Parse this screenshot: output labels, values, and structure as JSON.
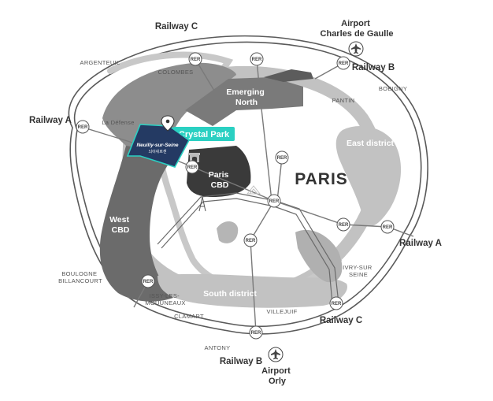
{
  "colors": {
    "ring": "#9a9a9a",
    "ring_outline": "#5a5a5a",
    "west_cbd": "#6b6b6b",
    "paris_cbd": "#3a3a3a",
    "emerging": "#7a7a7a",
    "district_light": "#c2c2c2",
    "river": "#bdbdbd",
    "crystal_accent": "#2ad0c2",
    "neuilly_fill": "#243a63"
  },
  "city": {
    "name": "PARIS"
  },
  "zones": {
    "west_cbd": "West\nCBD",
    "paris_cbd": "Paris\nCBD",
    "emerging_north": "Emerging\nNorth",
    "east_district": "East district",
    "south_district": "South district",
    "crystal_park": "Crystal Park",
    "neuilly": "Neuilly-sur-Seine",
    "neuilly_sub": "뇌이쉬르센"
  },
  "railways": {
    "a_left": "Railway A",
    "a_right": "Railway A",
    "b_top": "Railway B",
    "b_bottom": "Railway B",
    "c_top": "Railway C",
    "c_bottom": "Railway C"
  },
  "airports": {
    "cdg": "Airport\nCharles de Gaulle",
    "orly": "Airport\nOrly"
  },
  "towns": {
    "argenteuil": "ARGENTEUIL",
    "colombes": "COLOMBES",
    "la_defense": "La Défense",
    "pantin": "PANTIN",
    "bobigny": "BOBIGNY",
    "boulogne": "BOULOGNE\nBILLANCOURT",
    "issy": "ISSY-LES-\nMOUUNEAUX",
    "clamart": "CLAMART",
    "villejuif": "VILLEJUIF",
    "ivry": "IVRY-SUR\nSEINE",
    "antony": "ANTONY"
  },
  "rer_label": "RER"
}
